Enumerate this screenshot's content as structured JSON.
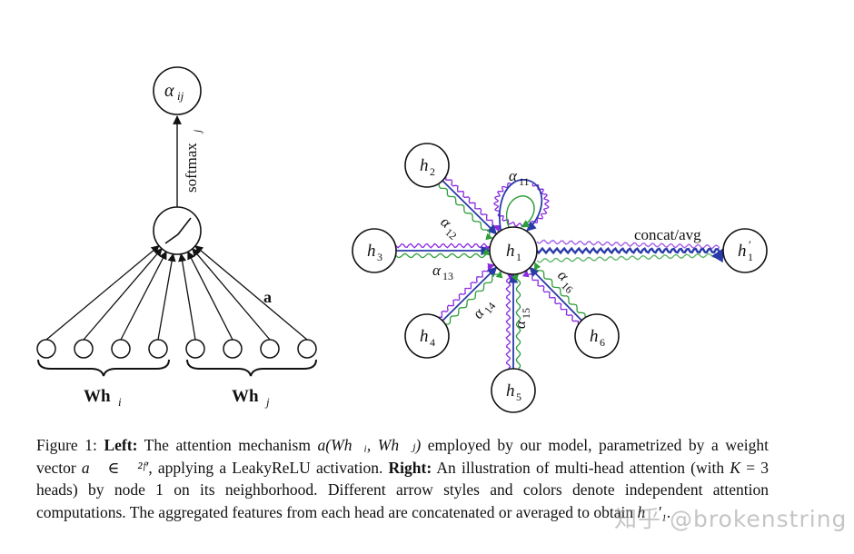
{
  "left_diagram": {
    "alpha_label": "α",
    "alpha_sub": "ij",
    "softmax_label": "softmax",
    "softmax_sub": "j",
    "a_vec_label": "a⃗",
    "whi_label": "Wh⃗",
    "whi_sub": "i",
    "whj_label": "Wh⃗",
    "whj_sub": "j"
  },
  "right_diagram": {
    "nodes": [
      {
        "base": "h⃗",
        "sub": "1"
      },
      {
        "base": "h⃗",
        "sub": "2"
      },
      {
        "base": "h⃗",
        "sub": "3"
      },
      {
        "base": "h⃗",
        "sub": "4"
      },
      {
        "base": "h⃗",
        "sub": "5"
      },
      {
        "base": "h⃗",
        "sub": "6"
      }
    ],
    "output_node": {
      "base": "h⃗",
      "sub": "1",
      "sup": "′"
    },
    "edge_labels": [
      {
        "base": "α⃗",
        "sub": "11"
      },
      {
        "base": "α⃗",
        "sub": "12"
      },
      {
        "base": "α⃗",
        "sub": "13"
      },
      {
        "base": "α⃗",
        "sub": "14"
      },
      {
        "base": "α⃗",
        "sub": "15"
      },
      {
        "base": "α⃗",
        "sub": "16"
      }
    ],
    "concat_label": "concat/avg",
    "head_colors": [
      "#2a3aa8",
      "#8a2be2",
      "#2e9e3a"
    ],
    "output_arrow_color": "#2a3aa8"
  },
  "caption": {
    "fig_num": "Figure 1:",
    "left_head": "Left:",
    "t1": "The attention mechanism",
    "math1": "a(Wh⃗ᵢ, Wh⃗ⱼ)",
    "t2": "employed by our model, parametrized by a weight vector",
    "math2": "a⃗ ∈ ℝ²ᶠ′",
    "t3": ", applying a LeakyReLU activation.",
    "right_head": "Right:",
    "t4": "An illustration of multi-head attention (with",
    "math3": "K",
    "t5": "= 3 heads) by node 1 on its neighborhood. Different arrow styles and colors denote independent attention computations. The aggregated features from each head are concatenated or averaged to obtain",
    "math4": "h⃗′₁",
    "t6": "."
  },
  "watermark": "知乎 @brokenstring"
}
